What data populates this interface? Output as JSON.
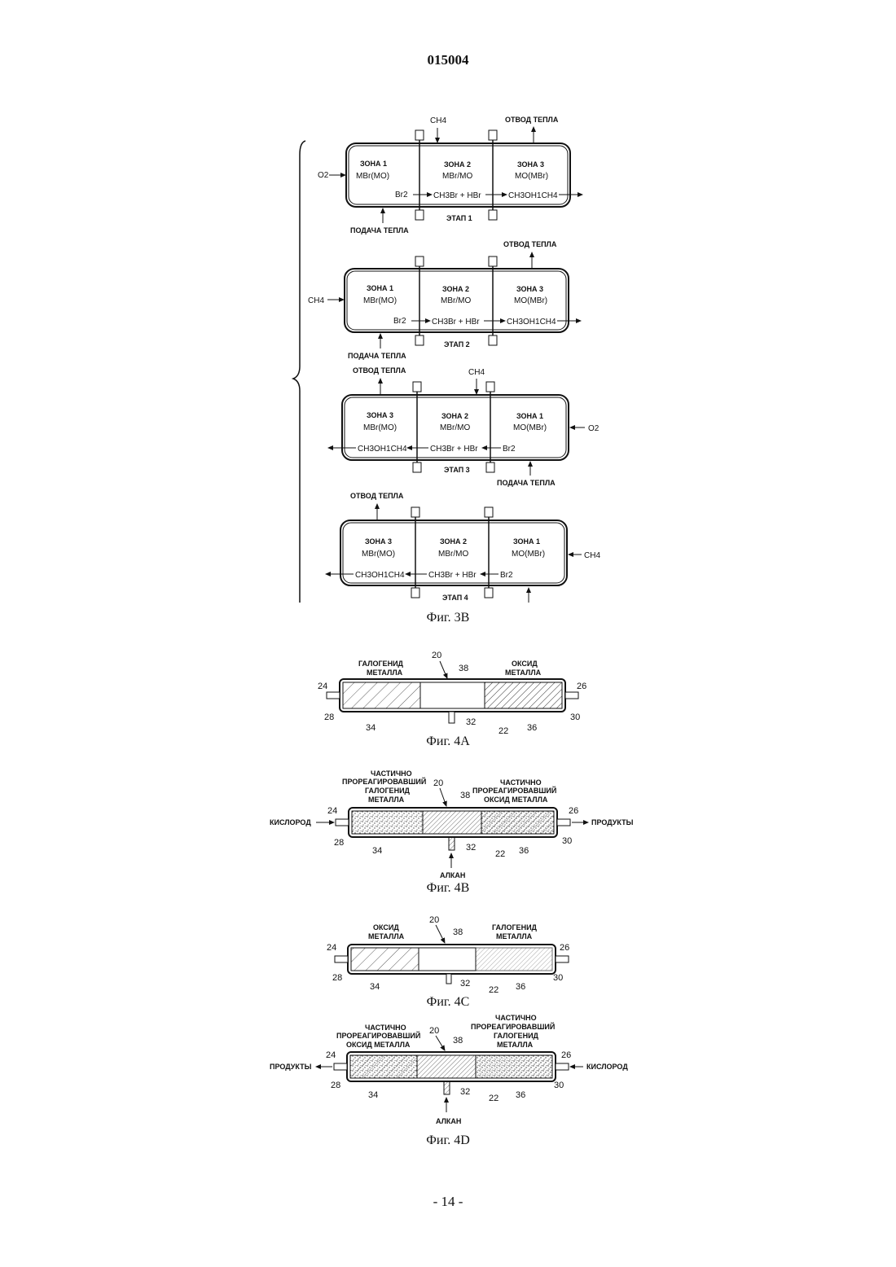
{
  "header": {
    "doc_number": "015004"
  },
  "footer": {
    "page_number": "- 14 -"
  },
  "fig3b": {
    "caption": "Фиг. 3B",
    "stages": [
      {
        "stage": "ЭТАП 1",
        "zones": [
          {
            "name": "ЗОНА 1",
            "mat": "MBr(MO)"
          },
          {
            "name": "ЗОНА 2",
            "mat": "MBr/MO"
          },
          {
            "name": "ЗОНА 3",
            "mat": "MO(MBr)"
          }
        ],
        "chem": [
          "Br2",
          "CH3Br + HBr",
          "CH3OH1CH4"
        ],
        "left_input": "O2",
        "top_input": "CH4",
        "heat_out": "ОТВОД ТЕПЛА",
        "heat_in": "ПОДАЧА ТЕПЛА"
      },
      {
        "stage": "ЭТАП 2",
        "zones": [
          {
            "name": "ЗОНА 1",
            "mat": "MBr(MO)"
          },
          {
            "name": "ЗОНА 2",
            "mat": "MBr/MO"
          },
          {
            "name": "ЗОНА 3",
            "mat": "MO(MBr)"
          }
        ],
        "chem": [
          "Br2",
          "CH3Br + HBr",
          "CH3OH1CH4"
        ],
        "left_input": "CH4",
        "heat_out": "ОТВОД ТЕПЛА",
        "heat_in": "ПОДАЧА ТЕПЛА"
      },
      {
        "stage": "ЭТАП 3",
        "zones": [
          {
            "name": "ЗОНА 3",
            "mat": "MBr(MO)"
          },
          {
            "name": "ЗОНА 2",
            "mat": "MBr/MO"
          },
          {
            "name": "ЗОНА 1",
            "mat": "MO(MBr)"
          }
        ],
        "chem": [
          "CH3OH1CH4",
          "CH3Br + HBr",
          "Br2"
        ],
        "right_input": "O2",
        "top_input": "CH4",
        "heat_out": "ОТВОД ТЕПЛА",
        "heat_in": "ПОДАЧА ТЕПЛА"
      },
      {
        "stage": "ЭТАП 4",
        "zones": [
          {
            "name": "ЗОНА 3",
            "mat": "MBr(MO)"
          },
          {
            "name": "ЗОНА 2",
            "mat": "MBr/MO"
          },
          {
            "name": "ЗОНА 1",
            "mat": "MO(MBr)"
          }
        ],
        "chem": [
          "CH3OH1CH4",
          "CH3Br + HBr",
          "Br2"
        ],
        "right_input": "CH4",
        "heat_out": "ОТВОД ТЕПЛА"
      }
    ]
  },
  "fig4a": {
    "caption": "Фиг. 4A",
    "left_label": [
      "ГАЛОГЕНИД",
      "МЕТАЛЛА"
    ],
    "right_label": [
      "ОКСИД",
      "МЕТАЛЛА"
    ],
    "refs": [
      "20",
      "38",
      "24",
      "26",
      "28",
      "34",
      "32",
      "22",
      "36",
      "30"
    ]
  },
  "fig4b": {
    "caption": "Фиг. 4B",
    "left_label": [
      "ЧАСТИЧНО",
      "ПРОРЕАГИРОВАВШИЙ",
      "ГАЛОГЕНИД",
      "МЕТАЛЛА"
    ],
    "right_label": [
      "ЧАСТИЧНО",
      "ПРОРЕАГИРОВАВШИЙ",
      "ОКСИД МЕТАЛЛА"
    ],
    "inlet": "КИСЛОРОД",
    "outlet": "ПРОДУКТЫ",
    "bottom": "АЛКАН",
    "refs": [
      "20",
      "38",
      "24",
      "26",
      "28",
      "34",
      "32",
      "22",
      "36",
      "30"
    ]
  },
  "fig4c": {
    "caption": "Фиг. 4C",
    "left_label": [
      "ОКСИД",
      "МЕТАЛЛА"
    ],
    "right_label": [
      "ГАЛОГЕНИД",
      "МЕТАЛЛА"
    ],
    "refs": [
      "20",
      "38",
      "24",
      "26",
      "28",
      "34",
      "32",
      "22",
      "36",
      "30"
    ]
  },
  "fig4d": {
    "caption": "Фиг. 4D",
    "left_label": [
      "ЧАСТИЧНО",
      "ПРОРЕАГИРОВАВШИЙ",
      "ОКСИД МЕТАЛЛА"
    ],
    "right_label": [
      "ЧАСТИЧНО",
      "ПРОРЕАГИРОВАВШИЙ",
      "ГАЛОГЕНИД",
      "МЕТАЛЛА"
    ],
    "inlet": "КИСЛОРОД",
    "outlet": "ПРОДУКТЫ",
    "bottom": "АЛКАН",
    "refs": [
      "20",
      "38",
      "24",
      "26",
      "28",
      "34",
      "32",
      "22",
      "36",
      "30"
    ]
  }
}
